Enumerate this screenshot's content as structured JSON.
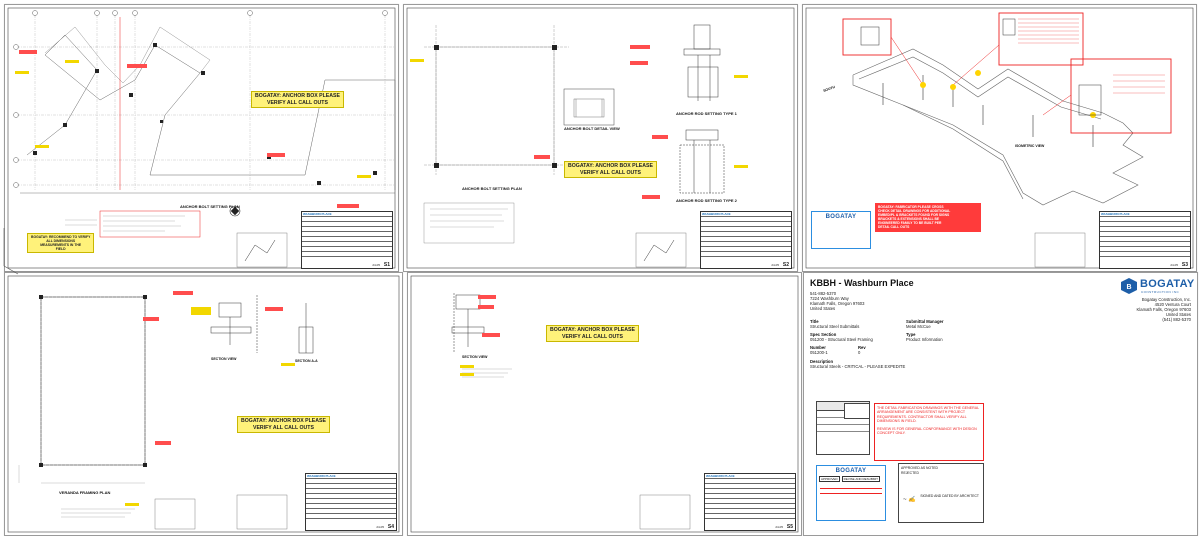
{
  "sheets": {
    "s1": {
      "view_title": "ANCHOR BOLT SETTING PLAN",
      "note": "BOGATAY: ANCHOR BOX PLEASE\nVERIFY ALL CALL OUTS",
      "note2": "BOGATAY: RECOMMEND TO VERIFY\nALL DIMENSIONS\nMEASUREMENTS IN THE\nFIELD",
      "sheet_no": "S1",
      "tb_title": "WASHBURN PLACE",
      "tb_date": "24-05"
    },
    "s2": {
      "view_title": "ANCHOR BOLT SETTING PLAN",
      "view_title_b": "ANCHOR ROD SETTING TYPE 1",
      "view_title_c": "ANCHOR ROD SETTING TYPE 2",
      "view_title_d": "ANCHOR BOLT DETAIL VIEW",
      "note": "BOGATAY: ANCHOR BOX PLEASE\nVERIFY ALL CALL OUTS",
      "sheet_no": "S2",
      "tb_title": "WASHBURN PLACE",
      "tb_date": "24-05"
    },
    "s3": {
      "view_title": "ISOMETRIC VIEW",
      "note": "BOGATAY: FABRICATOR PLEASE CROSS\nCHECK DETAIL DRAWINGS FOR ADDITIONAL\nEMBED/PL & BRACKETS FOUND FOR SIGNS\nBRACKETS & EXTENSIONS SHALL BE\nENGINEERED FAMILY TO BE BUILT PER\nDETAIL CALL OUTS",
      "label_left": "SOUTH",
      "sheet_no": "S3",
      "tb_title": "WASHBURN PLACE",
      "tb_date": "24-05"
    },
    "s4": {
      "view_title": "VERANDA FRAMING PLAN",
      "view_title_b": "SECTION VIEW",
      "view_title_c": "SECTION A-A",
      "note": "BOGATAY: ANCHOR BOX PLEASE\nVERIFY ALL CALL OUTS",
      "sheet_no": "S4",
      "tb_title": "WASHBURN PLACE",
      "tb_date": "24-05"
    },
    "s5": {
      "view_title": "SECTION VIEW",
      "note": "BOGATAY: ANCHOR BOX PLEASE\nVERIFY ALL CALL OUTS",
      "sheet_no": "S5",
      "tb_title": "WASHBURN PLACE",
      "tb_date": "24-05"
    }
  },
  "cover": {
    "project_title": "KBBH - Washburn Place",
    "logo_name": "BOGATAY",
    "logo_tagline": "CONSTRUCTION INC",
    "left_contact": [
      "541-882-5370",
      "7224 Washburn Way",
      "Klamath Falls, Oregon 97603",
      "United States"
    ],
    "right_contact": [
      "Bogatay Construction, Inc.",
      "4520 Ventura Court",
      "Klamath Falls, Oregon 97603",
      "United States",
      "(541) 882-5370"
    ],
    "fields": [
      {
        "label": "Title",
        "value": "Structural Steel Submittals"
      },
      {
        "label": "Submittal Manager",
        "value": "Metal McCue"
      },
      {
        "label": "Spec Section",
        "value": "051200 - Structural Steel Framing"
      },
      {
        "label": "Type",
        "value": "Product Information"
      },
      {
        "label": "Number",
        "value": "051200-1"
      },
      {
        "label": "Rev",
        "value": "0"
      }
    ],
    "description_label": "Description",
    "description_value": "Structural Steels - CRITICAL - PLEASE EXPEDITE",
    "red_stamp_text": "THE DETAIL FABRICATION DRAWINGS WITH THE GENERAL ARRANGEMENT ARE CONSISTENT WITH PROJECT REQUIREMENTS. CONTRACTOR SHALL VERIFY ALL DIMENSIONS IN FIELD.",
    "red_stamp_text2": "REVIEW IS FOR GENERAL CONFORMANCE WITH DESIGN CONCEPT ONLY.",
    "stamp_approved": "APPROVED",
    "stamp_revise": "REVISE AND RESUBMIT",
    "stamp_noted": "APPROVED AS NOTED",
    "stamp_rejected": "REJECTED",
    "signed_label": "SIGNED AND DATED BY ARCHITECT"
  },
  "colors": {
    "red": "#e22222",
    "yellow": "#fff27a",
    "brand_blue": "#1d5ea8"
  }
}
